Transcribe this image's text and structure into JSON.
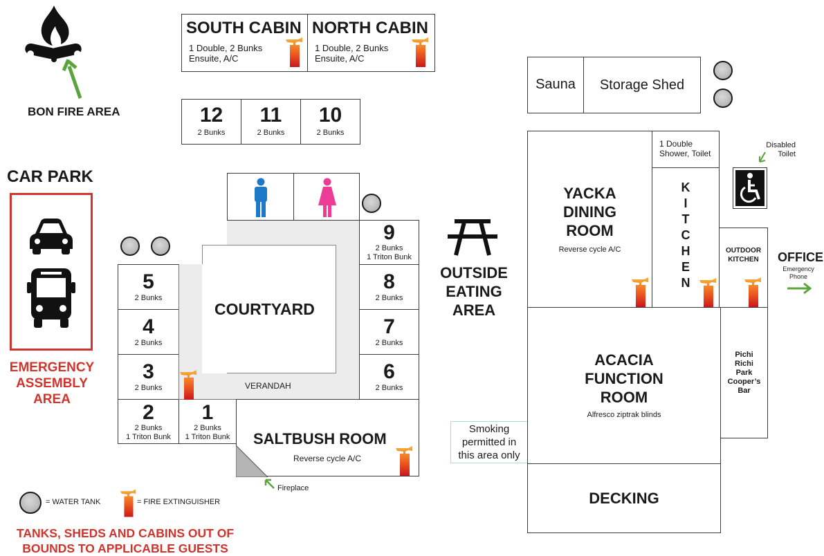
{
  "bonfire": {
    "label": "BON FIRE AREA"
  },
  "cabins": {
    "south": {
      "title": "SOUTH CABIN",
      "line1": "1 Double, 2 Bunks",
      "line2": "Ensuite, A/C"
    },
    "north": {
      "title": "NORTH CABIN",
      "line1": "1 Double, 2 Bunks",
      "line2": "Ensuite, A/C"
    }
  },
  "rooms_top": [
    {
      "num": "12",
      "desc": "2 Bunks"
    },
    {
      "num": "11",
      "desc": "2 Bunks"
    },
    {
      "num": "10",
      "desc": "2 Bunks"
    }
  ],
  "car_park": {
    "title": "CAR PARK"
  },
  "emergency": {
    "line1": "EMERGENCY",
    "line2": "ASSEMBLY",
    "line3": "AREA"
  },
  "rooms_left": [
    {
      "num": "5",
      "desc": "2 Bunks"
    },
    {
      "num": "4",
      "desc": "2 Bunks"
    },
    {
      "num": "3",
      "desc": "2 Bunks"
    },
    {
      "num": "2",
      "desc": "2 Bunks",
      "desc2": "1 Triton Bunk"
    },
    {
      "num": "1",
      "desc": "2 Bunks",
      "desc2": "1 Triton Bunk"
    }
  ],
  "rooms_right": [
    {
      "num": "9",
      "desc": "2 Bunks",
      "desc2": "1 Triton Bunk"
    },
    {
      "num": "8",
      "desc": "2 Bunks"
    },
    {
      "num": "7",
      "desc": "2 Bunks"
    },
    {
      "num": "6",
      "desc": "2 Bunks"
    }
  ],
  "courtyard": {
    "title": "COURTYARD",
    "verandah": "VERANDAH"
  },
  "saltbush": {
    "title": "SALTBUSH ROOM",
    "desc": "Reverse cycle A/C",
    "fireplace": "Fireplace"
  },
  "outside_eating": {
    "line1": "OUTSIDE",
    "line2": "EATING",
    "line3": "AREA"
  },
  "smoking": {
    "line1": "Smoking",
    "line2": "permitted in",
    "line3": "this area only"
  },
  "sauna": "Sauna",
  "storage": "Storage Shed",
  "yacka": {
    "line1": "YACKA",
    "line2": "DINING",
    "line3": "ROOM",
    "desc": "Reverse cycle A/C"
  },
  "double_room": {
    "line1": "1 Double",
    "line2": "Shower, Toilet"
  },
  "kitchen": [
    "K",
    "I",
    "T",
    "C",
    "H",
    "E",
    "N"
  ],
  "disabled": {
    "line1": "Disabled",
    "line2": "Toilet"
  },
  "outdoor_kitchen": {
    "line1": "OUTDOOR",
    "line2": "KITCHEN"
  },
  "office": {
    "title": "OFFICE",
    "line1": "Emergency",
    "line2": "Phone"
  },
  "acacia": {
    "line1": "ACACIA",
    "line2": "FUNCTION",
    "line3": "ROOM",
    "desc": "Alfresco ziptrak blinds"
  },
  "bar": {
    "line1": "Pichi",
    "line2": "Richi",
    "line3": "Park",
    "line4": "Cooper’s",
    "line5": "Bar"
  },
  "decking": "DECKING",
  "legend": {
    "tank": "= WATER TANK",
    "extinguisher": "= FIRE EXTINGUISHER"
  },
  "notice": {
    "line1": "TANKS, SHEDS AND CABINS OUT OF",
    "line2": "BOUNDS TO APPLICABLE GUESTS"
  },
  "colors": {
    "accent_red": "#d0342c",
    "accent_green": "#5ba33b",
    "tank_gray": "#bcbcbc"
  }
}
